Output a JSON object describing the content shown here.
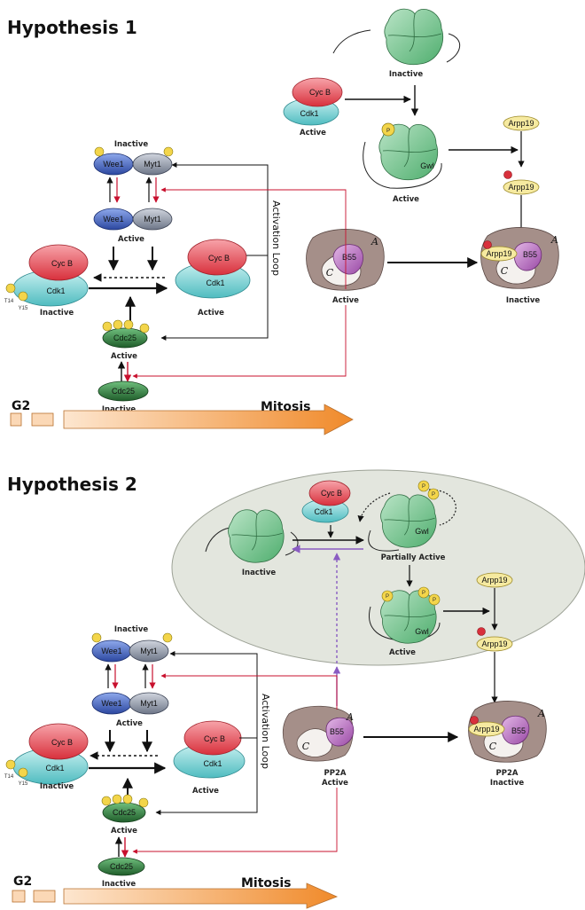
{
  "hypothesis1": {
    "title": "Hypothesis 1",
    "gwl_inactive": "Inactive",
    "gwl_active": "Active",
    "gwl": "Gwl",
    "cycb": "Cyc B",
    "cdk1": "Cdk1",
    "cdk_active": "Active",
    "arpp19": "Arpp19",
    "pp2a_active": "Active",
    "pp2a_inactive": "Inactive",
    "b55": "B55",
    "sub_a": "A",
    "sub_c": "C",
    "wee1": "Wee1",
    "myt1": "Myt1",
    "wee_inactive": "Inactive",
    "wee_active": "Active",
    "cdc25": "Cdc25",
    "cdc25_active": "Active",
    "cdc25_inactive": "Inactive",
    "left_inactive": "Inactive",
    "mid_active": "Active",
    "t14": "T14",
    "y15": "Y15",
    "activation_loop": "Activation Loop",
    "g2": "G2",
    "mitosis": "Mitosis",
    "p": "P"
  },
  "hypothesis2": {
    "title": "Hypothesis 2",
    "gwl_inactive": "Inactive",
    "gwl_partial": "Partially Active",
    "gwl_active": "Active",
    "gwl": "Gwl",
    "cycb": "Cyc B",
    "cdk1": "Cdk1",
    "arpp19": "Arpp19",
    "pp2a_active_1": "PP2A",
    "pp2a_active_2": "Active",
    "pp2a_inactive_1": "PP2A",
    "pp2a_inactive_2": "Inactive",
    "b55": "B55",
    "sub_a": "A",
    "sub_c": "C",
    "wee1": "Wee1",
    "myt1": "Myt1",
    "wee_inactive": "Inactive",
    "wee_active": "Active",
    "cdc25": "Cdc25",
    "cdc25_active": "Active",
    "cdc25_inactive": "Inactive",
    "left_inactive": "Inactive",
    "mid_active": "Active",
    "t14": "T14",
    "y15": "Y15",
    "activation_loop": "Activation Loop",
    "g2": "G2",
    "mitosis": "Mitosis",
    "p": "P"
  },
  "colors": {
    "gwl_green": "#7fc79a",
    "cycb_red": "#e8515b",
    "cdk1_cyan": "#7fd3d3",
    "pp2a_brown": "#a08c86",
    "b55_purple": "#b86fc0",
    "arpp_yellow": "#f6eaa0",
    "wee_blue": "#3f5fb8",
    "myt_gray": "#8e97a8",
    "cdc25_green": "#2e7d3a",
    "arrow_red": "#c8102e",
    "arrow_purple": "#8a5cc2",
    "phos_yellow": "#f3d54a",
    "ellipse_fill": "#e4e6df",
    "mitosis_orange": "#f29a3a"
  }
}
